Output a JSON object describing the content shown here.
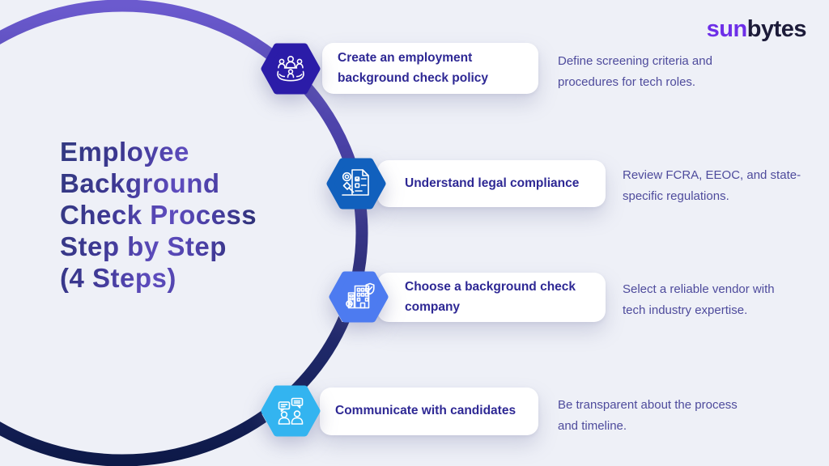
{
  "background_color": "#eef0f7",
  "logo": {
    "part1": "sun",
    "part2": "bytes",
    "part1_color": "#6d2ee8",
    "part2_color": "#1c1b39"
  },
  "title": {
    "full": "Employee Background Check Process Step by Step (4 Steps)",
    "lines": [
      "Employee",
      "Background",
      "Check Process",
      "Step by Step",
      "(4 Steps)"
    ],
    "gradient_colors": [
      "#323a80",
      "#5e4cbe",
      "#222a64"
    ]
  },
  "curve": {
    "gradient_top": "#6357c9",
    "gradient_mid": "#39368f",
    "gradient_bottom": "#0d1948"
  },
  "card_title_color": "#2e2894",
  "description_color": "#4e4b9c",
  "steps": [
    {
      "title": "Create an employment background check policy",
      "description": "Define screening criteria and procedures for tech roles.",
      "icon": "team-in-hands-icon",
      "hex_color": "#2b1ca8"
    },
    {
      "title": "Understand legal compliance",
      "description": "Review FCRA, EEOC, and state-specific regulations.",
      "icon": "legal-compliance-icon",
      "hex_color": "#1160bd"
    },
    {
      "title": "Choose a background check company",
      "description": "Select a reliable vendor with tech industry expertise.",
      "icon": "company-building-icon",
      "hex_color": "#4d7bf0"
    },
    {
      "title": "Communicate with candidates",
      "description": "Be transparent about the process and timeline.",
      "icon": "chat-people-icon",
      "hex_color": "#33b4f0"
    }
  ]
}
